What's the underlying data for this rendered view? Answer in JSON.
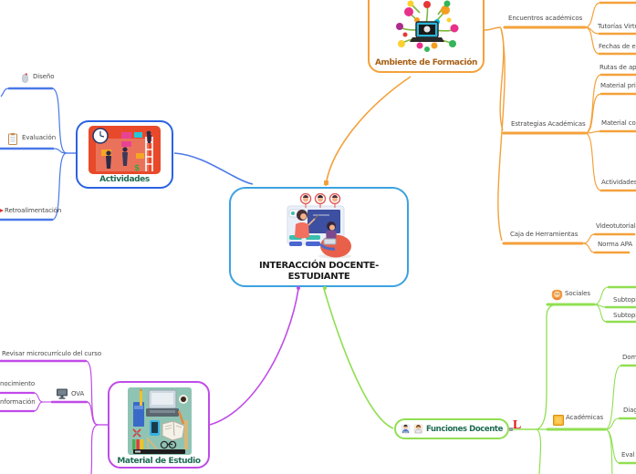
{
  "colors": {
    "ambiente_branch": "#f4a13b",
    "actividades_branch": "#4a79e8",
    "actividades_border": "#2b63e2",
    "material_branch": "#c04be8",
    "funciones_branch": "#90df52",
    "central_border": "#3ba2e0",
    "title_green": "#1c6b52",
    "title_brown": "#a96117",
    "attachment_red": "#e01818",
    "subtopic_text": "#4a4a4a"
  },
  "central": {
    "title_line1": "INTERACCIÓN DOCENTE-",
    "title_line2": "ESTUDIANTE"
  },
  "ambiente": {
    "title": "Ambiente de Formación",
    "encuentros": {
      "label": "Encuentros académicos",
      "tutorias": "Tutorías Virtua",
      "fechas": "Fechas de ent"
    },
    "estrategias": {
      "label": "Estrategias Académicas",
      "rutas": "Rutas de apre",
      "material_principal": "Material prin",
      "material_complementario": "Material com",
      "actividades": "Actividades a"
    },
    "caja": {
      "label": "Caja de Herramientas",
      "videotutoriales": "Videotutoriales",
      "norma_apa": "Norma APA"
    }
  },
  "actividades": {
    "title": "Actividades",
    "diseno": "Diseño",
    "evaluacion": "Evaluación",
    "retroalimentacion": "Retroalimentación"
  },
  "material": {
    "title": "Material de Estudio",
    "revisar": "Revisar microcurrículo del curso",
    "ova": "OVA",
    "fragmento_conocimiento": "nocimiento",
    "fragmento_informacion": "nformación"
  },
  "funciones": {
    "title": "Funciones Docente",
    "attachment_label": "L",
    "sociales": {
      "label": "Sociales",
      "subtopic1": "Subtopic",
      "subtopic2": "Subtopic"
    },
    "academicas": {
      "label": "Académicas",
      "c1": "Dom",
      "c2": "Diag",
      "c3": "Eval"
    }
  }
}
